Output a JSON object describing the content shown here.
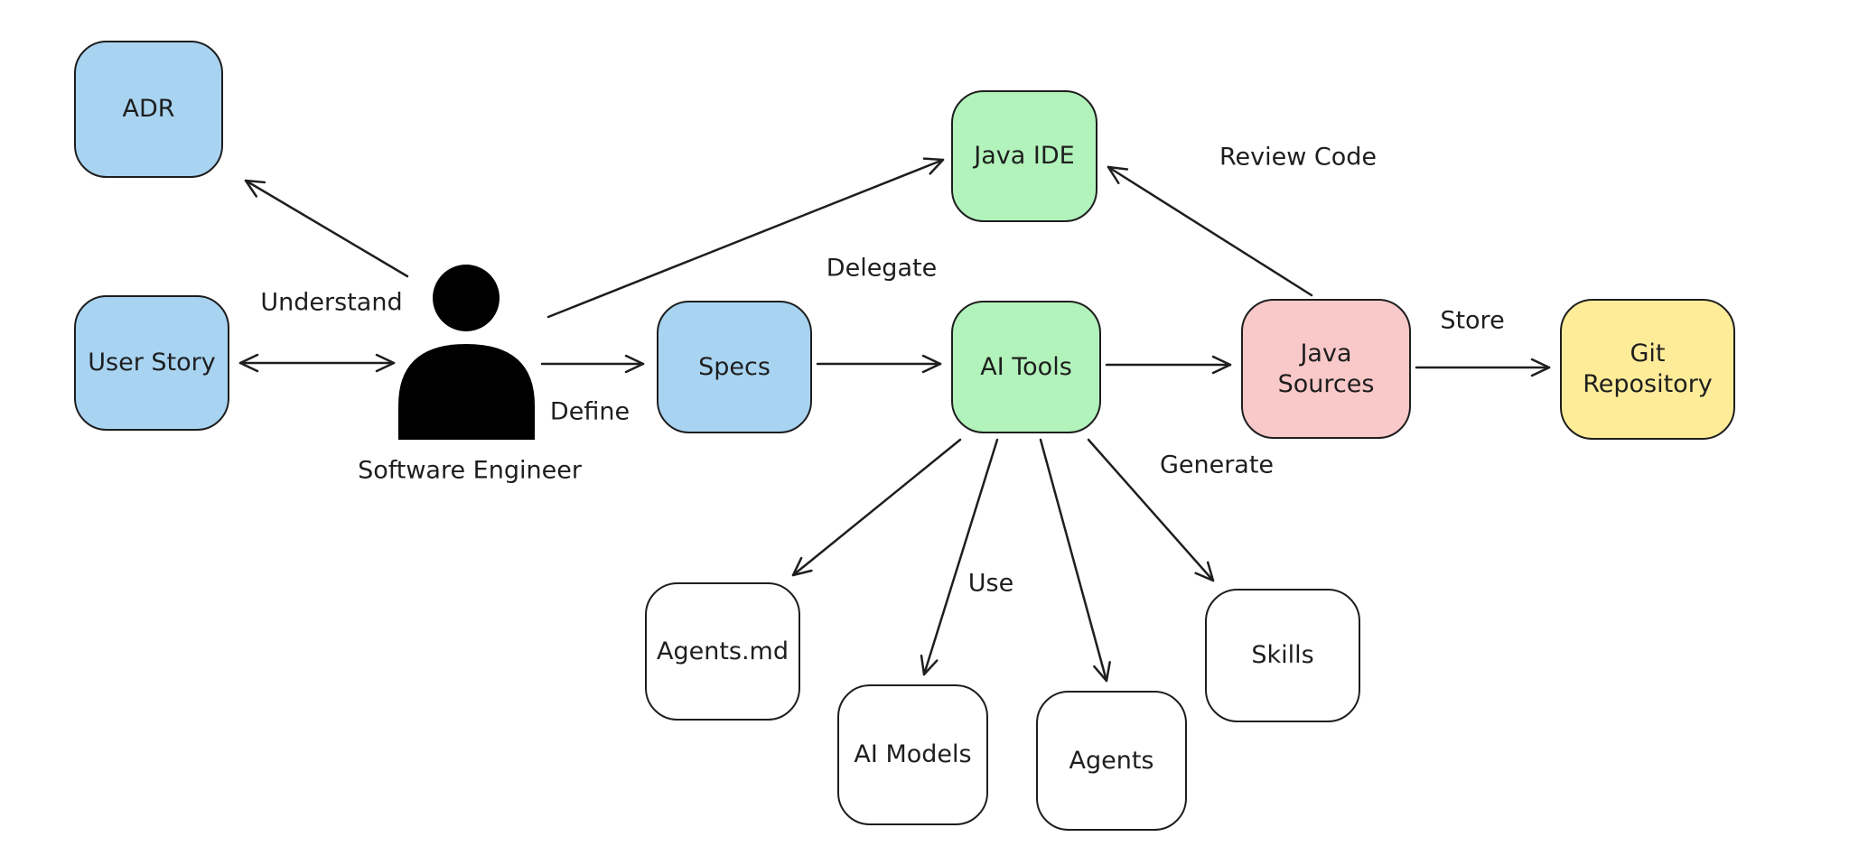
{
  "diagram": {
    "background_color": "#ffffff",
    "stroke_color": "#1e1e1e",
    "palette": {
      "blue": "#a8d4f2",
      "green": "#b2f2bb",
      "pink": "#f9c8c8",
      "yellow": "#ffec99",
      "white": "#ffffff"
    },
    "nodes": {
      "adr": {
        "label": "ADR",
        "color": "blue"
      },
      "user_story": {
        "label": "User Story",
        "color": "blue"
      },
      "specs": {
        "label": "Specs",
        "color": "blue"
      },
      "java_ide": {
        "label": "Java IDE",
        "color": "green"
      },
      "ai_tools": {
        "label": "AI Tools",
        "color": "green"
      },
      "java_sources": {
        "label": "Java Sources",
        "color": "pink"
      },
      "git_repository": {
        "label": "Git Repository",
        "color": "yellow"
      },
      "agents_md": {
        "label": "Agents.md",
        "color": "white"
      },
      "ai_models": {
        "label": "AI Models",
        "color": "white"
      },
      "agents": {
        "label": "Agents",
        "color": "white"
      },
      "skills": {
        "label": "Skills",
        "color": "white"
      }
    },
    "actor": {
      "label": "Software Engineer",
      "icon": "person-icon"
    },
    "edge_labels": {
      "understand": "Understand",
      "define": "Define",
      "delegate": "Delegate",
      "review_code": "Review Code",
      "store": "Store",
      "generate": "Generate",
      "use": "Use"
    },
    "edges": [
      {
        "from": "software_engineer",
        "to": "adr",
        "label": "Understand"
      },
      {
        "from": "software_engineer",
        "to": "user_story",
        "bidirectional": true
      },
      {
        "from": "software_engineer",
        "to": "specs",
        "label": "Define"
      },
      {
        "from": "software_engineer",
        "to": "java_ide",
        "label": "Delegate"
      },
      {
        "from": "specs",
        "to": "ai_tools"
      },
      {
        "from": "ai_tools",
        "to": "java_sources",
        "label": "Generate"
      },
      {
        "from": "java_sources",
        "to": "java_ide",
        "label": "Review Code"
      },
      {
        "from": "java_sources",
        "to": "git_repository",
        "label": "Store"
      },
      {
        "from": "ai_tools",
        "to": "agents_md",
        "label": "Use"
      },
      {
        "from": "ai_tools",
        "to": "ai_models",
        "label": "Use"
      },
      {
        "from": "ai_tools",
        "to": "agents",
        "label": "Use"
      },
      {
        "from": "ai_tools",
        "to": "skills",
        "label": "Use"
      }
    ]
  }
}
